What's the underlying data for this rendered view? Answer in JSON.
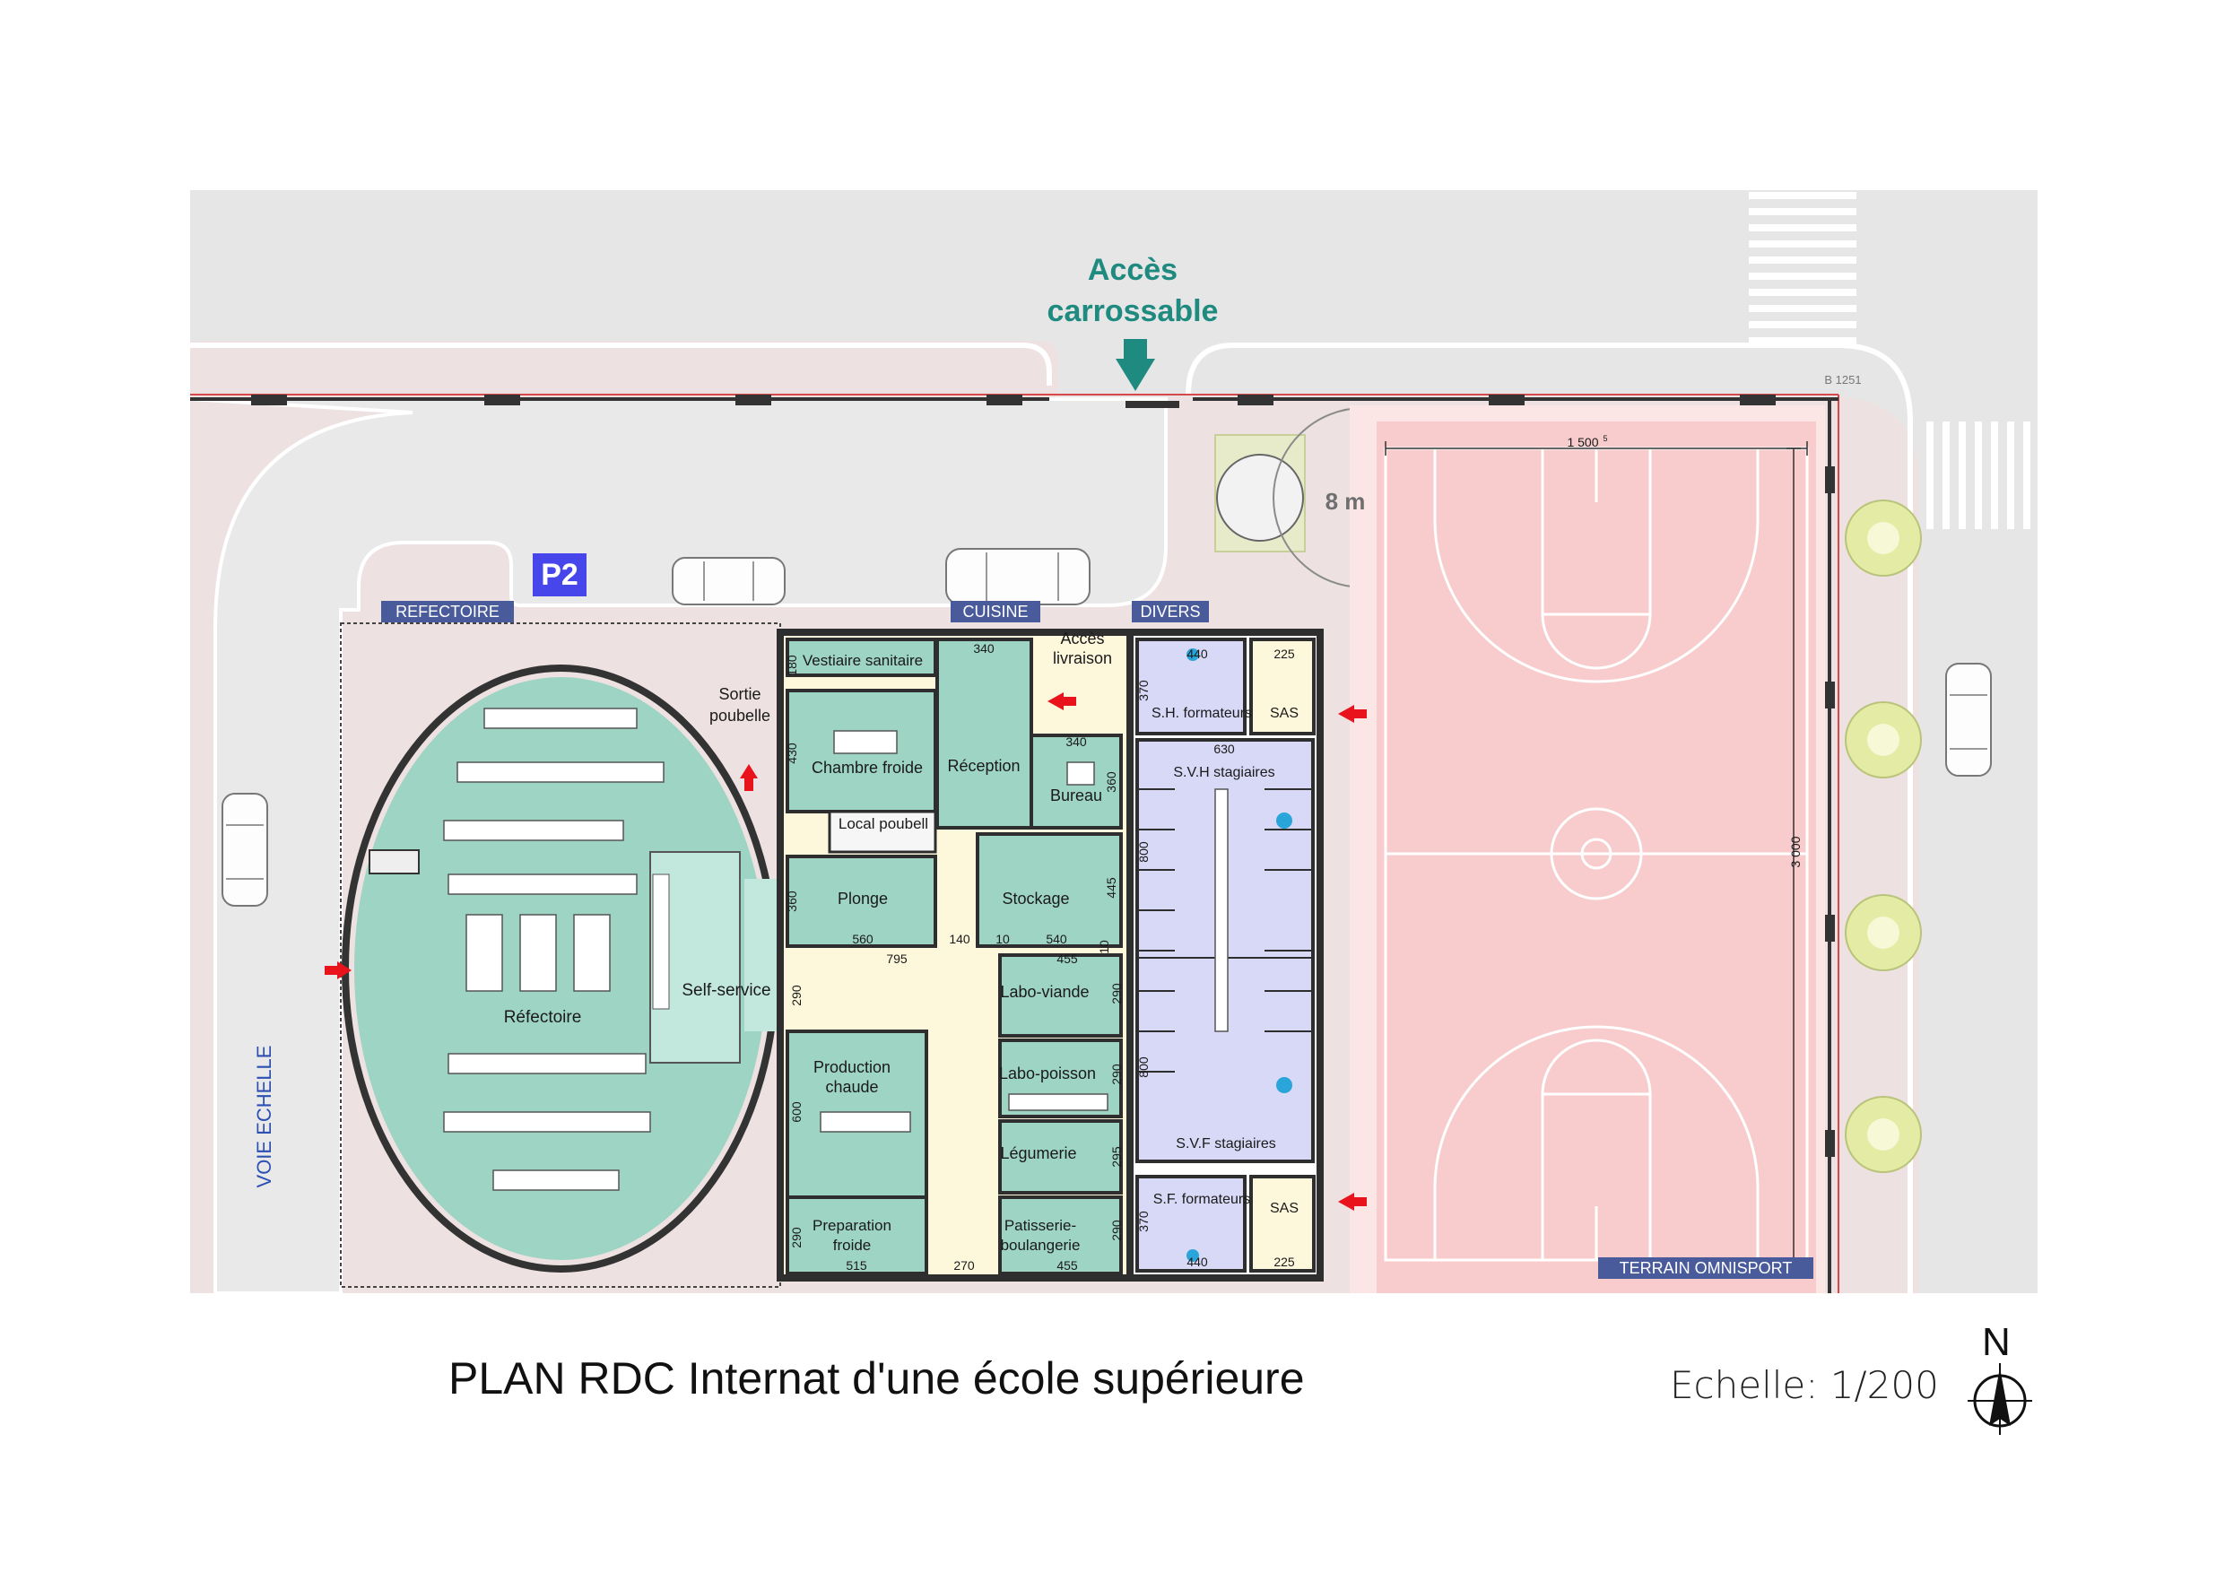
{
  "access": {
    "line1": "Accès",
    "line2": "carrossable"
  },
  "parking": {
    "label": "P2"
  },
  "distance": {
    "label": "8 m"
  },
  "zones": {
    "refectoire": "REFECTOIRE",
    "cuisine": "CUISINE",
    "divers": "DIVERS",
    "terrain": "TERRAIN OMNISPORT"
  },
  "street": {
    "voie": "VOIE ECHELLE",
    "ref": "B 1251"
  },
  "rooms": {
    "vestiaire": "Vestiaire sanitaire",
    "chambre_froide": "Chambre froide",
    "reception": "Réception",
    "bureau": "Bureau",
    "local_poubelle": "Local poubell",
    "plonge": "Plonge",
    "stockage": "Stockage",
    "labo_viande": "Labo-viande",
    "labo_poisson": "Labo-poisson",
    "legumerie": "Légumerie",
    "patisserie_1": "Patisserie-",
    "patisserie_2": "boulangerie",
    "production_1": "Production",
    "production_2": "chaude",
    "preparation_1": "Preparation",
    "preparation_2": "froide",
    "self_service": "Self-service",
    "refectoire": "Réfectoire",
    "sh_formateurs": "S.H. formateurs",
    "sf_formateurs": "S.F. formateurs",
    "svh_stagiaires": "S.V.H stagiaires",
    "svf_stagiaires": "S.V.F stagiaires",
    "sas_top": "SAS",
    "sas_bottom": "SAS",
    "sortie_1": "Sortie",
    "sortie_2": "poubelle",
    "acces_livraison_1": "Accès",
    "acces_livraison_2": "livraison"
  },
  "dimensions": {
    "d340_top": "340",
    "d180": "180",
    "d430": "430",
    "d340_bureau": "340",
    "d360_bureau": "360",
    "d360_plonge": "360",
    "d445": "445",
    "d560_a": "560",
    "d140": "140",
    "d10_a": "10",
    "d540": "540",
    "d455_a": "455",
    "d10_b": "10",
    "d795": "795",
    "d290_a": "290",
    "d290_b": "290",
    "d290_c": "290",
    "d600": "600",
    "d295": "295",
    "d290_d": "290",
    "d290_e": "290",
    "d515": "515",
    "d270": "270",
    "d455_b": "455",
    "d440_a": "440",
    "d225_a": "225",
    "d370_a": "370",
    "d630": "630",
    "d800_a": "800",
    "d800_b": "800",
    "d370_b": "370",
    "d440_b": "440",
    "d225_b": "225",
    "d1500": "1 500",
    "d1500_sup": "5",
    "d3000": "3 000"
  },
  "footer": {
    "title": "PLAN RDC Internat d'une école supérieure",
    "scale": "Echelle: 1/200",
    "north": "N"
  },
  "colors": {
    "road": "#e6e6e6",
    "sidewalk": "#ede1e1",
    "interior_road": "#e9e9e9",
    "green_room": "#9ed4c4",
    "cream": "#fdf7dc",
    "lavender": "#d8d8f7",
    "court": "#f8cccc",
    "court_outer": "#fbe5e5",
    "wall": "#2e2e2e",
    "teal": "#1f8a80",
    "label_bg": "#4a5b9c",
    "parking_bg": "#4646ea",
    "arrow_red": "#e8131b",
    "tree": "#e4eba4"
  }
}
